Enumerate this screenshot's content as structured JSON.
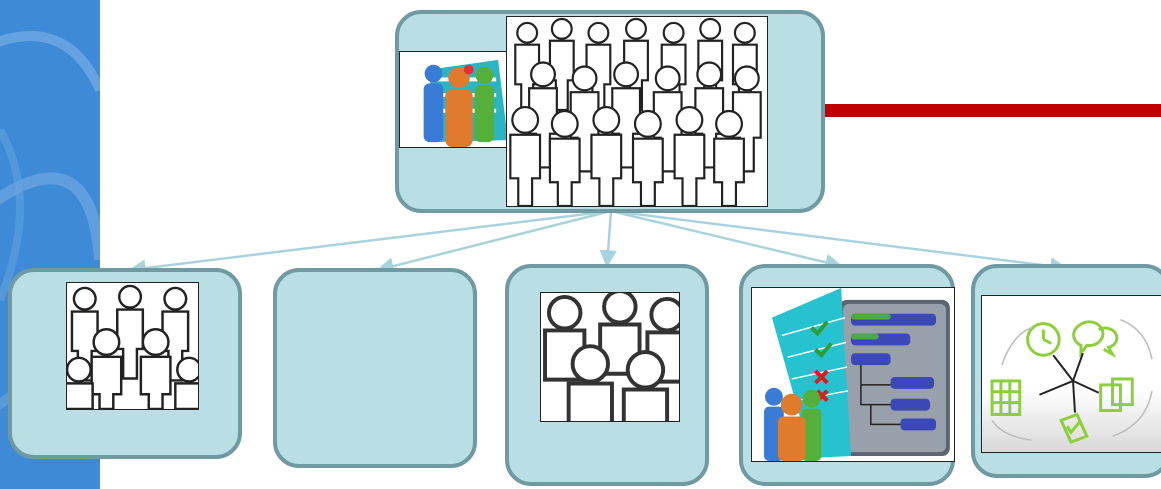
{
  "diagram": {
    "type": "hierarchy",
    "root": {
      "images": [
        "people-group-gantt-image",
        "crowd-outline-image"
      ]
    },
    "children": [
      {
        "image": "crowd-outline-image"
      },
      {
        "image": null
      },
      {
        "image": "crowd-closeup-image"
      },
      {
        "image": "gantt-chart-team-image"
      },
      {
        "image": "workflow-cycle-image"
      }
    ],
    "colors": {
      "box_fill": "#b9dfe4",
      "box_border": "#6f9aa2",
      "arrow": "#a9d3da",
      "red_bar": "#c00000",
      "sidebar": "#3f8ad6"
    }
  }
}
